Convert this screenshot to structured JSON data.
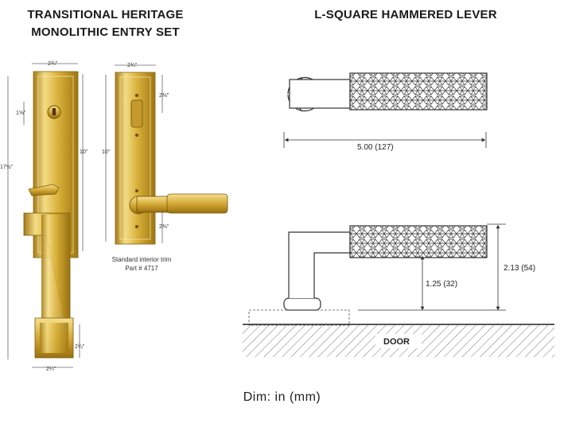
{
  "left_title": [
    "TRANSITIONAL HERITAGE",
    "MONOLITHIC ENTRY SET"
  ],
  "right_title": "L-SQUARE HAMMERED LEVER",
  "footer": "Dim: in (mm)",
  "trim_caption": [
    "Standard interior trim",
    "Part # 4717"
  ],
  "entry_set_dims": {
    "top_width": "2¾\"",
    "deadbolt_offset": "1⅝\"",
    "upper_height": "10\"",
    "overall_height": "17½\"",
    "base_height": "2¾\"",
    "base_width": "2¼\""
  },
  "interior_trim_dims": {
    "top_width": "2¾\"",
    "height": "10\"",
    "top_offset": "2⅜\"",
    "bottom_offset": "2⅜\""
  },
  "lever_dims": {
    "length": "5.00 (127)",
    "total_projection": "2.13 (54)",
    "clearance": "1.25 (32)"
  },
  "door_label": "DOOR",
  "colors": {
    "brass": "#d9b13b",
    "brass_light": "#f6e39a",
    "brass_dark": "#a8801a",
    "line": "#333333"
  }
}
